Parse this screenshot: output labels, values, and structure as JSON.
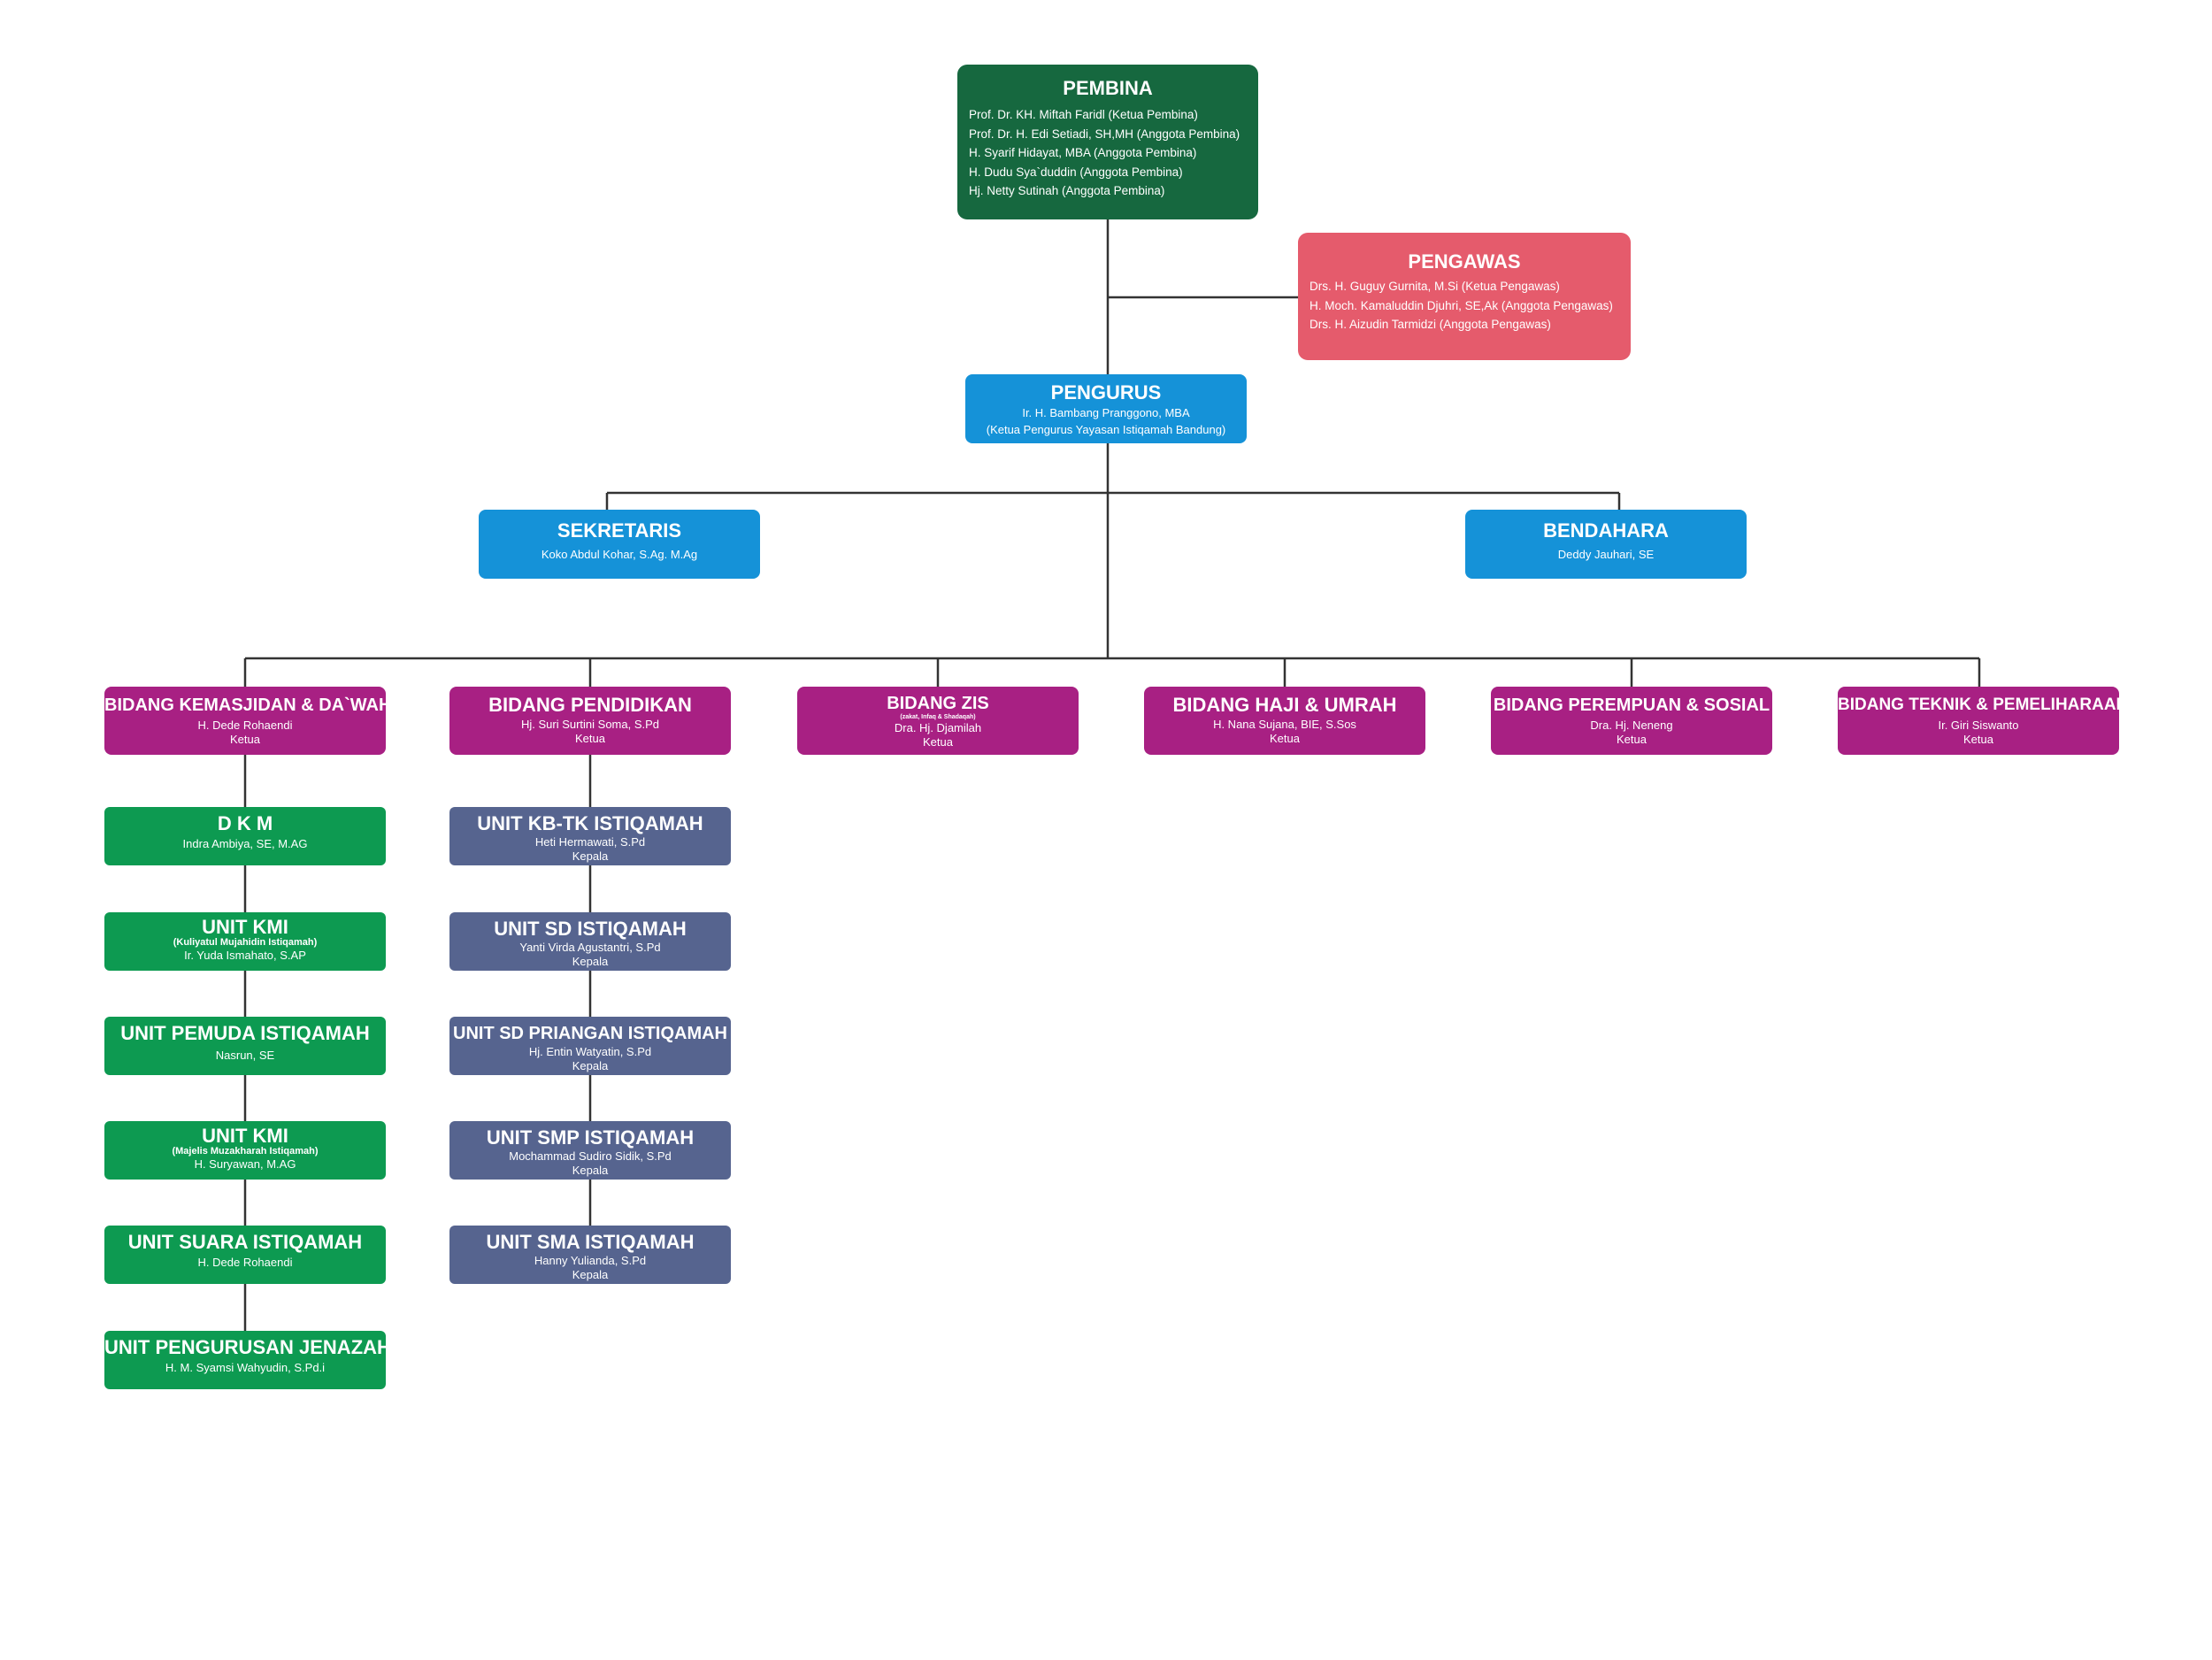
{
  "pembina": {
    "title": "PEMBINA",
    "members": [
      "Prof. Dr. KH. Miftah Faridl (Ketua Pembina)",
      "Prof. Dr. H. Edi Setiadi, SH,MH (Anggota Pembina)",
      "H. Syarif Hidayat, MBA (Anggota Pembina)",
      "H. Dudu Sya`duddin (Anggota Pembina)",
      "Hj. Netty Sutinah (Anggota Pembina)"
    ]
  },
  "pengawas": {
    "title": "PENGAWAS",
    "members": [
      "Drs. H. Guguy Gurnita, M.Si (Ketua Pengawas)",
      "H. Moch. Kamaluddin Djuhri, SE,Ak (Anggota Pengawas)",
      "Drs. H. Aizudin Tarmidzi (Anggota Pengawas)"
    ]
  },
  "pengurus": {
    "title": "PENGURUS",
    "name": "Ir. H. Bambang Pranggono, MBA",
    "role": "(Ketua Pengurus Yayasan Istiqamah Bandung)"
  },
  "sekretaris": {
    "title": "SEKRETARIS",
    "name": "Koko Abdul Kohar, S.Ag. M.Ag"
  },
  "bendahara": {
    "title": "BENDAHARA",
    "name": "Deddy Jauhari, SE"
  },
  "bidang": [
    {
      "title": "BIDANG KEMASJIDAN & DA`WAH",
      "name": "H. Dede Rohaendi",
      "role": "Ketua"
    },
    {
      "title": "BIDANG PENDIDIKAN",
      "name": "Hj. Suri Surtini Soma, S.Pd",
      "role": "Ketua"
    },
    {
      "title": "BIDANG ZIS",
      "note": "(zakat, Infaq & Shadaqah)",
      "name": "Dra. Hj. Djamilah",
      "role": "Ketua"
    },
    {
      "title": "BIDANG HAJI & UMRAH",
      "name": "H. Nana Sujana, BIE, S.Sos",
      "role": "Ketua"
    },
    {
      "title": "BIDANG PEREMPUAN & SOSIAL",
      "name": "Dra. Hj. Neneng",
      "role": "Ketua"
    },
    {
      "title": "BIDANG TEKNIK & PEMELIHARAAN",
      "name": "Ir. Giri Siswanto",
      "role": "Ketua"
    }
  ],
  "kemasjidan_units": [
    {
      "title": "D K M",
      "name": "Indra Ambiya, SE, M.AG"
    },
    {
      "title": "UNIT KMI",
      "note": "(Kuliyatul Mujahidin Istiqamah)",
      "name": "Ir. Yuda Ismahato, S.AP"
    },
    {
      "title": "UNIT PEMUDA ISTIQAMAH",
      "name": "Nasrun, SE"
    },
    {
      "title": "UNIT KMI",
      "note": "(Majelis Muzakharah Istiqamah)",
      "name": "H. Suryawan, M.AG"
    },
    {
      "title": "UNIT SUARA ISTIQAMAH",
      "name": "H. Dede Rohaendi"
    },
    {
      "title": "UNIT PENGURUSAN JENAZAH",
      "name": "H. M. Syamsi Wahyudin, S.Pd.i"
    }
  ],
  "pendidikan_units": [
    {
      "title": "UNIT KB-TK ISTIQAMAH",
      "name": "Heti Hermawati, S.Pd",
      "role": "Kepala"
    },
    {
      "title": "UNIT SD ISTIQAMAH",
      "name": "Yanti Virda Agustantri, S.Pd",
      "role": "Kepala"
    },
    {
      "title": "UNIT SD PRIANGAN ISTIQAMAH",
      "name": "Hj. Entin Watyatin, S.Pd",
      "role": "Kepala"
    },
    {
      "title": "UNIT SMP ISTIQAMAH",
      "name": "Mochammad Sudiro Sidik, S.Pd",
      "role": "Kepala"
    },
    {
      "title": "UNIT SMA ISTIQAMAH",
      "name": "Hanny Yulianda, S.Pd",
      "role": "Kepala"
    }
  ],
  "colors": {
    "pembina": "#16683f",
    "pengawas": "#e55b6c",
    "pengurus": "#1592d8",
    "bidang": "#a82083",
    "kemasjidan_units": "#0d9a51",
    "pendidikan_units": "#56648f",
    "connector": "#333333"
  }
}
